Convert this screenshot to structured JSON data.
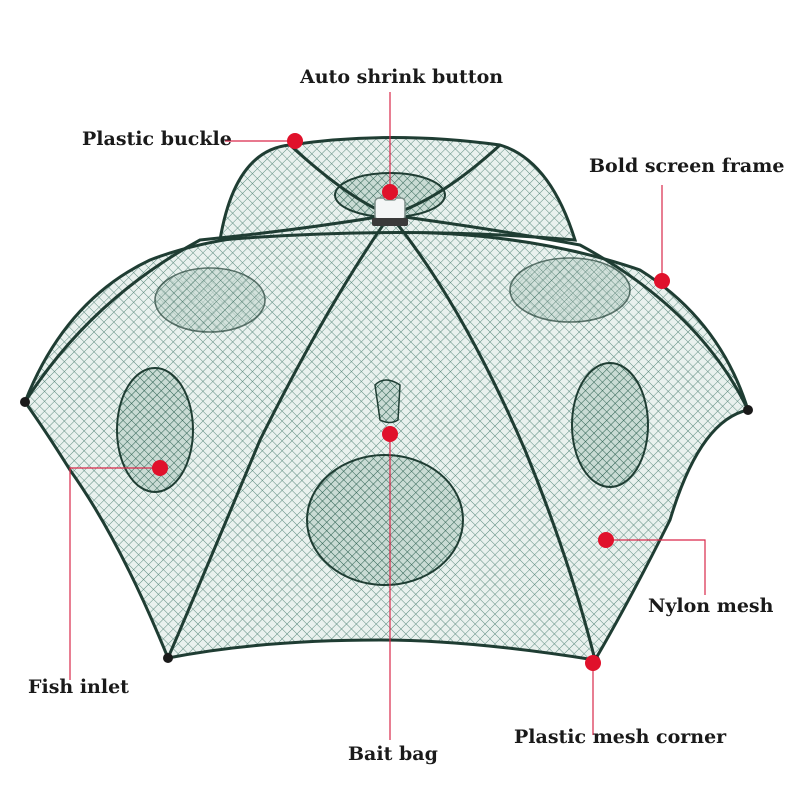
{
  "image": {
    "subject": "Hexagonal collapsible fishing net trap",
    "colors": {
      "background": "#ffffff",
      "mesh": "#2f6b5a",
      "frame": "#1f3d33",
      "marker": "#e0112b",
      "text": "#1a1a1a",
      "leader_line": "#d9284a"
    }
  },
  "callouts": {
    "auto_shrink_button": "Auto shrink button",
    "plastic_buckle": "Plastic buckle",
    "bold_screen_frame": "Bold screen frame",
    "fish_inlet": "Fish inlet",
    "nylon_mesh": "Nylon mesh",
    "bait_bag": "Bait bag",
    "plastic_mesh_corner": "Plastic mesh corner"
  }
}
